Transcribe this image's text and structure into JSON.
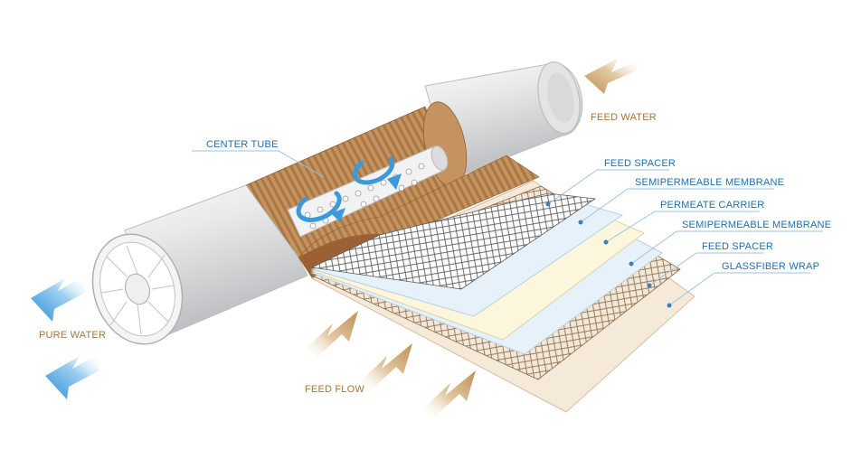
{
  "labels": {
    "center_tube": "CENTER TUBE",
    "feed_water": "FEED WATER",
    "pure_water": "PURE WATER",
    "feed_flow": "FEED FLOW",
    "feed_spacer_top": "FEED SPACER",
    "semipermeable_membrane_top": "SEMIPERMEABLE MEMBRANE",
    "permeate_carrier": "PERMEATE CARRIER",
    "semipermeable_membrane_bottom": "SEMIPERMEABLE MEMBRANE",
    "feed_spacer_bottom": "FEED SPACER",
    "glassfiber_wrap": "GLASSFIBER WRAP"
  },
  "colors": {
    "label_blue": "#1f6fae",
    "label_brown": "#a5743f",
    "arrow_tan": "#c8a06f",
    "arrow_blue": "#3d9ad8",
    "wrap_brown": "#b07a4a",
    "membrane_blue": "#e6f1fa",
    "permeate_yellow": "#fbf6dc"
  }
}
